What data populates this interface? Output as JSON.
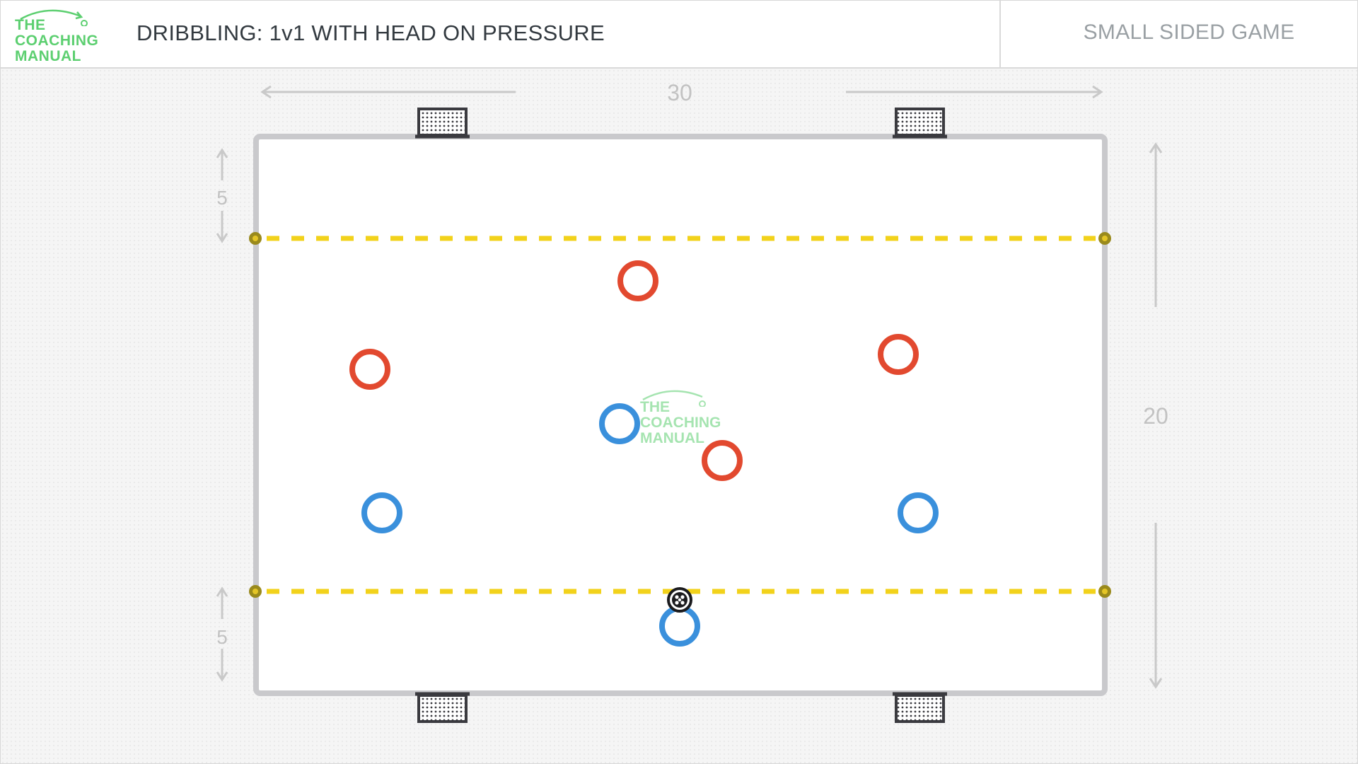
{
  "header": {
    "logo_lines": [
      "THE",
      "COACHING",
      "MANUAL"
    ],
    "title": "DRIBBLING: 1v1 WITH HEAD ON PRESSURE",
    "game_type": "SMALL SIDED GAME"
  },
  "pitch": {
    "width_label": "30",
    "height_label": "20",
    "top_zone_label": "5",
    "bottom_zone_label": "5",
    "line_color": "#c9c9cc",
    "zone_line_color": "#f2d21b"
  },
  "players": {
    "red_team_color": "#e2492f",
    "blue_team_color": "#3a90dc",
    "red_count": 4,
    "blue_count": 4,
    "ball_icon": "soccer-ball-icon"
  },
  "watermark": {
    "lines": [
      "THE",
      "COACHING",
      "MANUAL"
    ]
  }
}
